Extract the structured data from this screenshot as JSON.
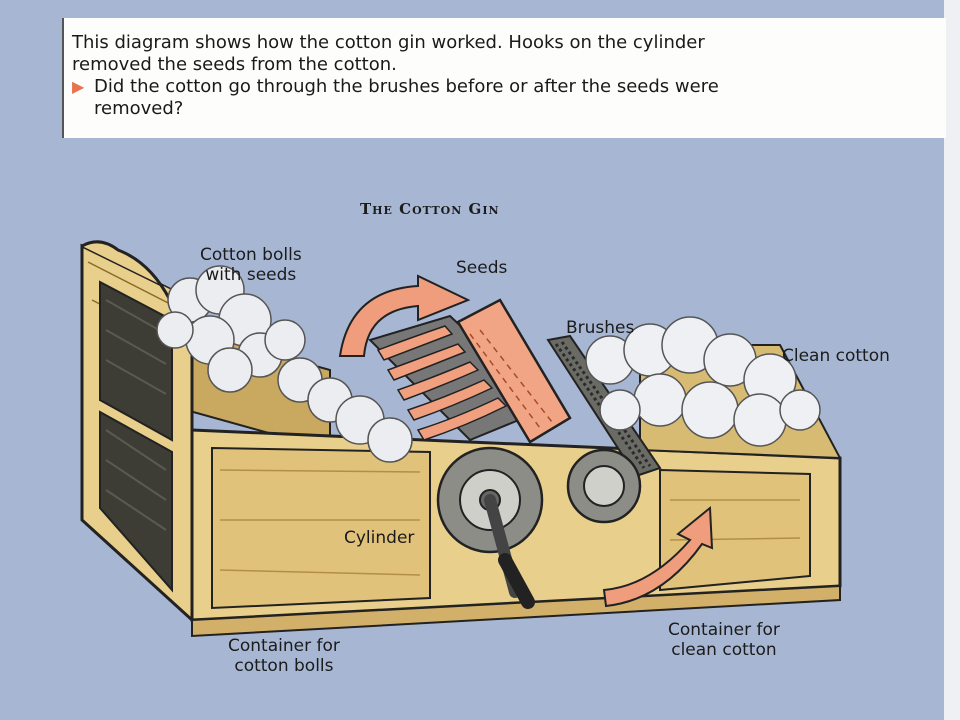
{
  "caption": {
    "line1": "This diagram shows how the cotton gin worked. Hooks on the cylinder",
    "line2": "removed the seeds from the cotton.",
    "question_line1": "Did the cotton go through the brushes before or after the seeds were",
    "question_line2": "removed?"
  },
  "diagram": {
    "title": "The Cotton Gin",
    "labels": {
      "cotton_bolls_line1": "Cotton bolls",
      "cotton_bolls_line2": "with seeds",
      "seeds": "Seeds",
      "brushes": "Brushes",
      "clean_cotton": "Clean cotton",
      "cylinder": "Cylinder",
      "container_bolls_line1": "Container for",
      "container_bolls_line2": "cotton bolls",
      "container_clean_line1": "Container for",
      "container_clean_line2": "clean cotton"
    }
  },
  "colors": {
    "background": "#a7b7d3",
    "wood": "#e9cf8c",
    "hooks": "#f0a07e",
    "arrows": "#ef9d7c"
  }
}
